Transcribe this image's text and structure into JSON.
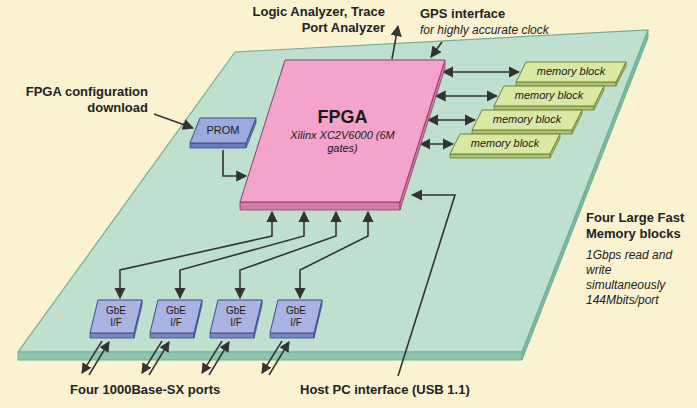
{
  "diagram": {
    "nodes": [
      {
        "text": [
          "FPGA",
          "Xilinx XC2V6000 (6M gates)"
        ]
      },
      {
        "text": [
          "PROM"
        ]
      },
      {
        "text": [
          "memory block"
        ]
      },
      {
        "text": [
          "memory block"
        ]
      },
      {
        "text": [
          "memory block"
        ]
      },
      {
        "text": [
          "memory block"
        ]
      },
      {
        "text": [
          "GbE I/F"
        ]
      },
      {
        "text": [
          "GbE I/F"
        ]
      },
      {
        "text": [
          "GbE I/F"
        ]
      },
      {
        "text": [
          "GbE I/F"
        ]
      }
    ],
    "edges": [
      {
        "from": 1,
        "to": 0,
        "arrow": "to"
      },
      {
        "from": 0,
        "to": 2,
        "arrow": "both"
      },
      {
        "from": 0,
        "to": 3,
        "arrow": "both"
      },
      {
        "from": 0,
        "to": 4,
        "arrow": "both"
      },
      {
        "from": 0,
        "to": 5,
        "arrow": "both"
      },
      {
        "from": 6,
        "to": 0,
        "arrow": "both"
      },
      {
        "from": 7,
        "to": 0,
        "arrow": "both"
      },
      {
        "from": 8,
        "to": 0,
        "arrow": "both"
      },
      {
        "from": 9,
        "to": 0,
        "arrow": "both"
      }
    ],
    "labels": [
      "Logic Analyzer, Trace Port Analyzer",
      "GPS interface",
      "for highly accurate clock",
      "FPGA configuration download",
      "Four Large Fast Memory blocks",
      "1Gbps read and write simultaneously 144Mbits/port",
      "Four 1000Base-SX ports",
      "Host PC interface (USB 1.1)"
    ]
  }
}
